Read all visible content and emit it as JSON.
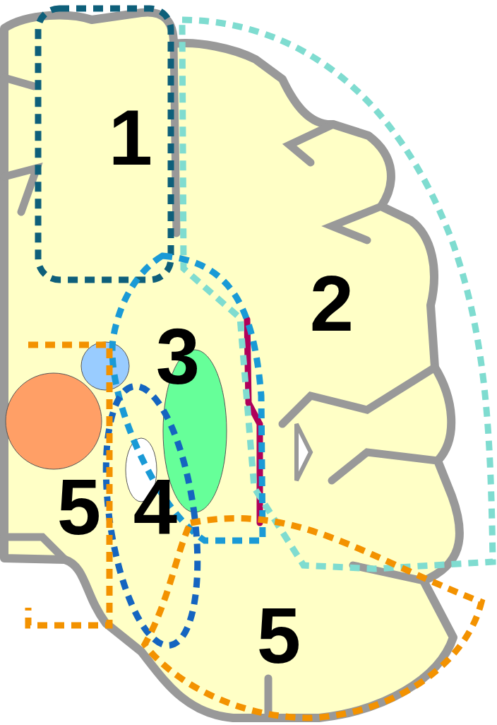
{
  "diagram": {
    "labels": [
      "1",
      "2",
      "3",
      "4",
      "5",
      "5"
    ]
  }
}
